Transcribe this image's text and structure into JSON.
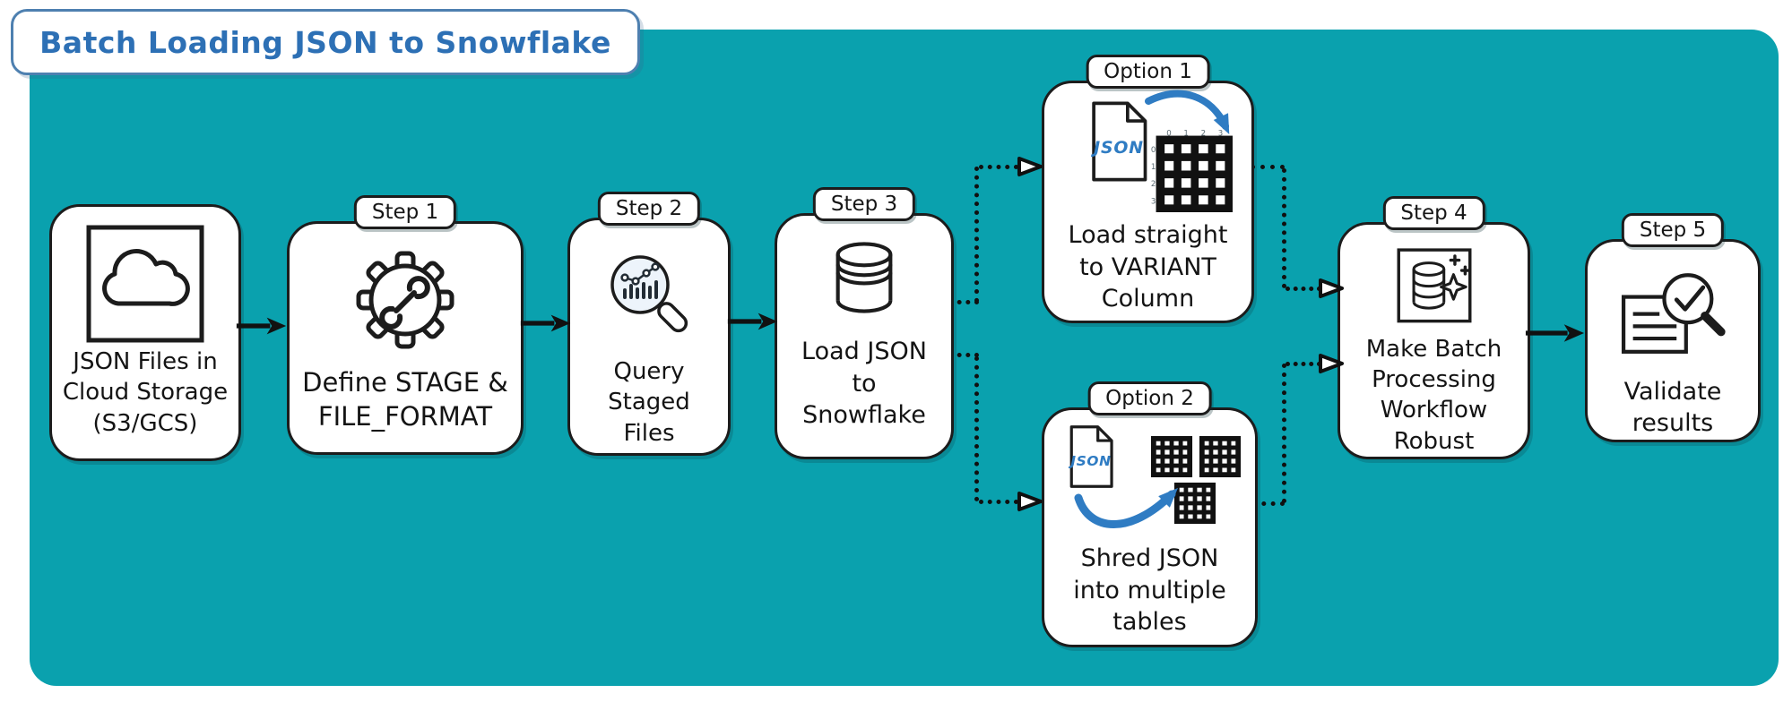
{
  "title": "Batch Loading JSON to Snowflake",
  "colors": {
    "canvas_teal": "#0AA1AE",
    "title_blue": "#2D70B5",
    "accent_blue": "#2F7CC3",
    "ink": "#1C1C1C"
  },
  "nodes": {
    "source": {
      "label": "JSON Files in\nCloud Storage\n(S3/GCS)"
    },
    "step1": {
      "tab": "Step 1",
      "label": "Define STAGE &\nFILE_FORMAT"
    },
    "step2": {
      "tab": "Step 2",
      "label": "Query Staged\nFiles"
    },
    "step3": {
      "tab": "Step 3",
      "label": "Load JSON\nto\nSnowflake"
    },
    "option1": {
      "tab": "Option 1",
      "label": "Load straight\nto VARIANT\nColumn",
      "doc_label": "JSON",
      "grid_col_labels": [
        "0",
        "1",
        "2",
        "3"
      ],
      "grid_row_labels": [
        "0",
        "1",
        "2",
        "3"
      ]
    },
    "option2": {
      "tab": "Option 2",
      "label": "Shred JSON\ninto multiple\ntables",
      "doc_label": "JSON"
    },
    "step4": {
      "tab": "Step 4",
      "label": "Make Batch\nProcessing\nWorkflow Robust"
    },
    "step5": {
      "tab": "Step 5",
      "label": "Validate results"
    }
  }
}
